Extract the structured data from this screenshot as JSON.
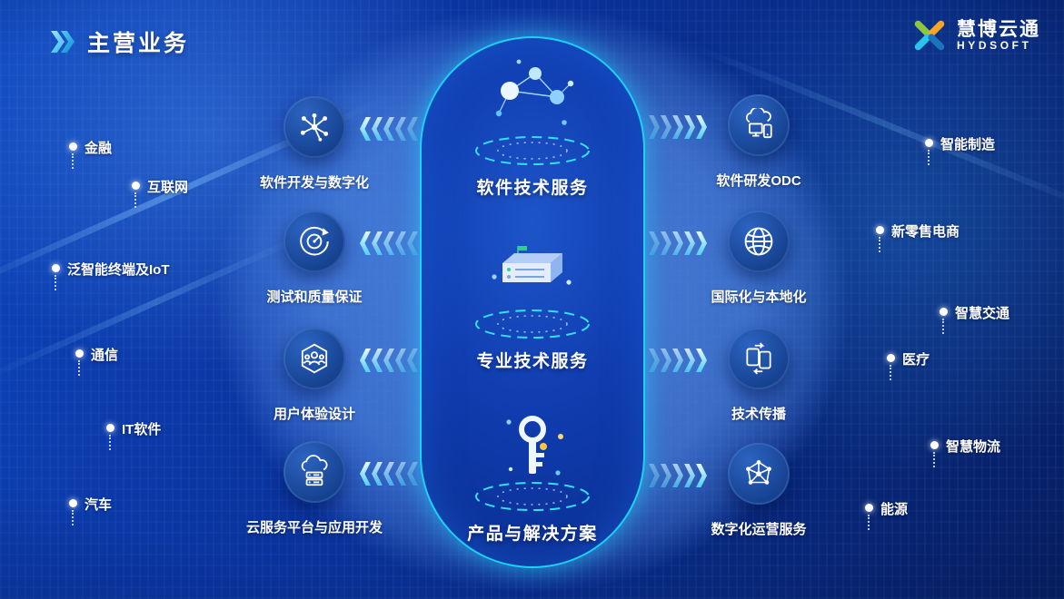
{
  "page": {
    "title": "主营业务"
  },
  "logo": {
    "cn": "慧博云通",
    "en": "HYDSOFT"
  },
  "center": {
    "items": [
      {
        "label": "软件技术服务",
        "icon": "molecule-cluster-icon"
      },
      {
        "label": "专业技术服务",
        "icon": "server-box-icon"
      },
      {
        "label": "产品与解决方案",
        "icon": "key-icon"
      }
    ]
  },
  "left_services": [
    {
      "label": "软件开发与数字化",
      "icon": "network-nodes-icon"
    },
    {
      "label": "测试和质量保证",
      "icon": "quality-gauge-icon"
    },
    {
      "label": "用户体验设计",
      "icon": "user-experience-icon"
    },
    {
      "label": "云服务平台与应用开发",
      "icon": "cloud-server-icon"
    }
  ],
  "right_services": [
    {
      "label": "软件研发ODC",
      "icon": "cloud-devices-icon"
    },
    {
      "label": "国际化与本地化",
      "icon": "globe-icon"
    },
    {
      "label": "技术传播",
      "icon": "device-sync-icon"
    },
    {
      "label": "数字化运营服务",
      "icon": "digital-network-icon"
    }
  ],
  "left_industries": [
    {
      "label": "金融"
    },
    {
      "label": "互联网"
    },
    {
      "label": "泛智能终端及IoT"
    },
    {
      "label": "通信"
    },
    {
      "label": "IT软件"
    },
    {
      "label": "汽车"
    }
  ],
  "right_industries": [
    {
      "label": "智能制造"
    },
    {
      "label": "新零售电商"
    },
    {
      "label": "智慧交通"
    },
    {
      "label": "医疗"
    },
    {
      "label": "智慧物流"
    },
    {
      "label": "能源"
    }
  ],
  "colors": {
    "background": "#0a2f8e",
    "halo": "#4c84de",
    "capsule": "#0f3cae",
    "accent_cyan": "#20defe",
    "chevron": "#4fd0f7",
    "text": "#ffffff",
    "logo_green": "#8dc63f",
    "logo_orange": "#f5a623",
    "logo_lightblue": "#29c3ec",
    "logo_blue": "#1b75bb"
  }
}
